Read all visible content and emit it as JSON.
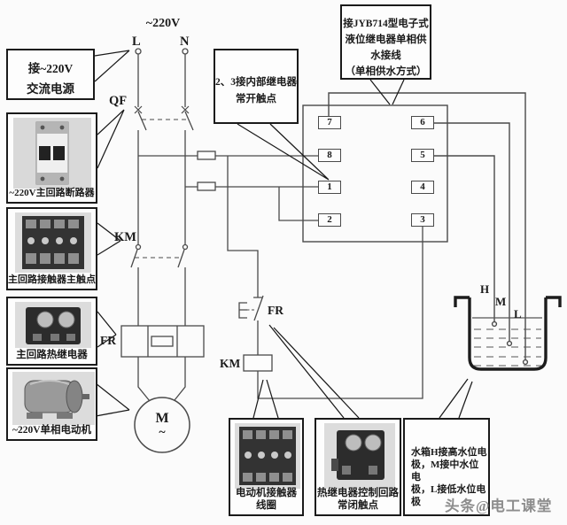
{
  "schematic": {
    "voltage_label": "~220V",
    "line_l": "L",
    "line_n": "N",
    "breaker_label": "QF",
    "contactor_label": "KM",
    "heater_label": "FR",
    "nc_contact_label": "FR",
    "coil_label": "KM",
    "motor_letter": "M",
    "motor_tilde": "~",
    "electrode_h": "H",
    "electrode_m": "M",
    "electrode_l": "L"
  },
  "relay_terminals": [
    "7",
    "6",
    "8",
    "5",
    "1",
    "4",
    "2",
    "3"
  ],
  "callouts": {
    "ac_power": {
      "lines": [
        "接~220V",
        "交流电源"
      ]
    },
    "jyb714": {
      "lines": [
        "接JYB714型电子式",
        "液位继电器单相供",
        "水接线",
        "（单相供水方式）"
      ]
    },
    "no_contact": {
      "lines": [
        "2、3接内部继电器",
        "常开触点"
      ]
    },
    "tank_note": {
      "lines": [
        "水箱H接高水位电",
        "极，M接中水位电",
        "极，L接低水位电",
        "极"
      ]
    }
  },
  "photo_cards": {
    "breaker": {
      "caption": "~220V主回路断路器"
    },
    "main_contactor": {
      "caption": "主回路接触器主触点"
    },
    "thermal_relay": {
      "caption": "主回路热继电器"
    },
    "motor": {
      "caption": "~220V单相电动机"
    },
    "coil": {
      "lines": [
        "电动机接触器",
        "线圈"
      ]
    },
    "nc_contact": {
      "lines": [
        "热继电器控制回路",
        "常闭触点"
      ]
    }
  },
  "watermark": "头条@电工课堂",
  "colors": {
    "wire": "#4a4a4a",
    "outline": "#1a1a1a",
    "photo_bg": "#d9d9d9"
  }
}
